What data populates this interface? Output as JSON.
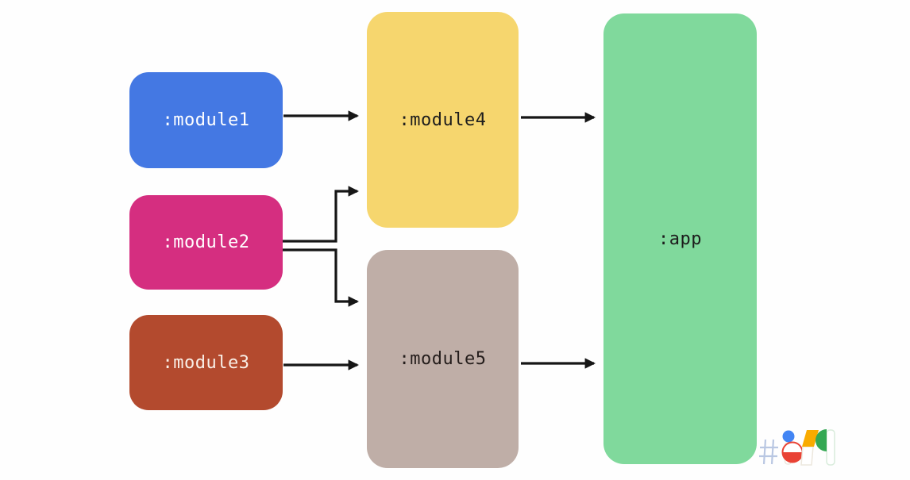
{
  "diagram": {
    "background": "#fefefe",
    "arrow_color": "#161616",
    "nodes": [
      {
        "id": "module1",
        "label": ":module1",
        "color": "#4478e3",
        "text_color": "#ffffff"
      },
      {
        "id": "module2",
        "label": ":module2",
        "color": "#d52e80",
        "text_color": "#ffffff"
      },
      {
        "id": "module3",
        "label": ":module3",
        "color": "#b34a2e",
        "text_color": "#f9efe7"
      },
      {
        "id": "module4",
        "label": ":module4",
        "color": "#f6d66e",
        "text_color": "#1d1d1d"
      },
      {
        "id": "module5",
        "label": ":module5",
        "color": "#bfaea7",
        "text_color": "#241d1b"
      },
      {
        "id": "app",
        "label": ":app",
        "color": "#80d99c",
        "text_color": "#1d1d1d"
      }
    ],
    "edges": [
      {
        "from": "module1",
        "to": "module4"
      },
      {
        "from": "module2",
        "to": "module4"
      },
      {
        "from": "module2",
        "to": "module5"
      },
      {
        "from": "module3",
        "to": "module5"
      },
      {
        "from": "module4",
        "to": "app"
      },
      {
        "from": "module5",
        "to": "app"
      }
    ]
  },
  "logo": {
    "icon": "google-io-hashtag-logo",
    "colors": {
      "hash": "#aebede",
      "blue": "#4285f4",
      "red": "#e94235",
      "yellow": "#f9ab00",
      "green": "#34a853",
      "faint": "#ece7dd",
      "faint_green": "#d9ecdc"
    }
  }
}
